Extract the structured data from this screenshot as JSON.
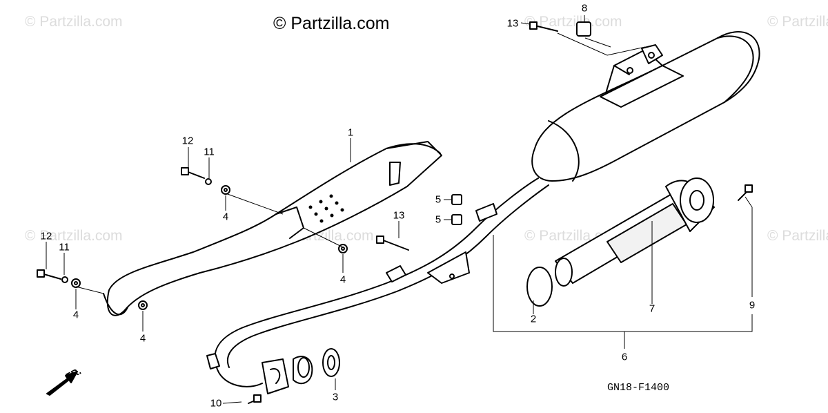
{
  "watermark": "© Partzilla.com",
  "copyright": "© Partzilla.com",
  "diagram_code": "GN18-F1400",
  "front_label": "FR.",
  "callouts": {
    "c1": "1",
    "c2": "2",
    "c3": "3",
    "c4a": "4",
    "c4b": "4",
    "c4c": "4",
    "c4d": "4",
    "c5a": "5",
    "c5b": "5",
    "c6": "6",
    "c7": "7",
    "c8": "8",
    "c9": "9",
    "c10": "10",
    "c11a": "11",
    "c11b": "11",
    "c12a": "12",
    "c12b": "12",
    "c13a": "13",
    "c13b": "13"
  }
}
